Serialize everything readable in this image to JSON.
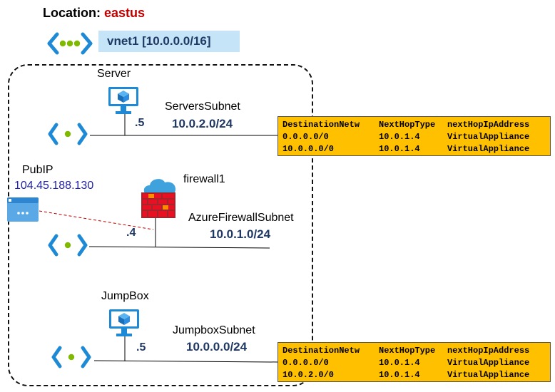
{
  "location": {
    "label": "Location:",
    "value": "eastus"
  },
  "vnet": {
    "label": "vnet1 [10.0.0.0/16]"
  },
  "subnets": {
    "servers": {
      "name": "ServersSubnet",
      "address": "10.0.2.0/24"
    },
    "firewall": {
      "name": "AzureFirewallSubnet",
      "address": "10.0.1.0/24"
    },
    "jumpbox": {
      "name": "JumpboxSubnet",
      "address": "10.0.0.0/24"
    }
  },
  "hosts": {
    "server": {
      "name": "Server",
      "octet": ".5"
    },
    "firewall": {
      "name": "firewall1",
      "octet": ".4"
    },
    "jumpbox": {
      "name": "JumpBox",
      "octet": ".5"
    }
  },
  "pubip": {
    "name": "PubIP",
    "address": "104.45.188.130"
  },
  "route_tables": {
    "servers": {
      "headers": [
        "DestinationNetw",
        "NextHopType",
        "nextHopIpAddress"
      ],
      "rows": [
        [
          "0.0.0.0/0",
          "10.0.1.4",
          "VirtualAppliance"
        ],
        [
          "10.0.0.0/0",
          "10.0.1.4",
          "VirtualAppliance"
        ]
      ]
    },
    "jumpbox": {
      "headers": [
        "DestinationNetw",
        "NextHopType",
        "nextHopIpAddress"
      ],
      "rows": [
        [
          "0.0.0.0/0",
          "10.0.1.4",
          "VirtualAppliance"
        ],
        [
          "10.0.2.0/0",
          "10.0.1.4",
          "VirtualAppliance"
        ]
      ]
    }
  },
  "colors": {
    "address_blue": "#1f3864",
    "location_red": "#c00000",
    "route_table_bg": "#ffc000",
    "vnet_label_bg": "#c5e4f7",
    "vnet_icon": "#1e8ad6",
    "vnet_dot": "#7fba00"
  }
}
